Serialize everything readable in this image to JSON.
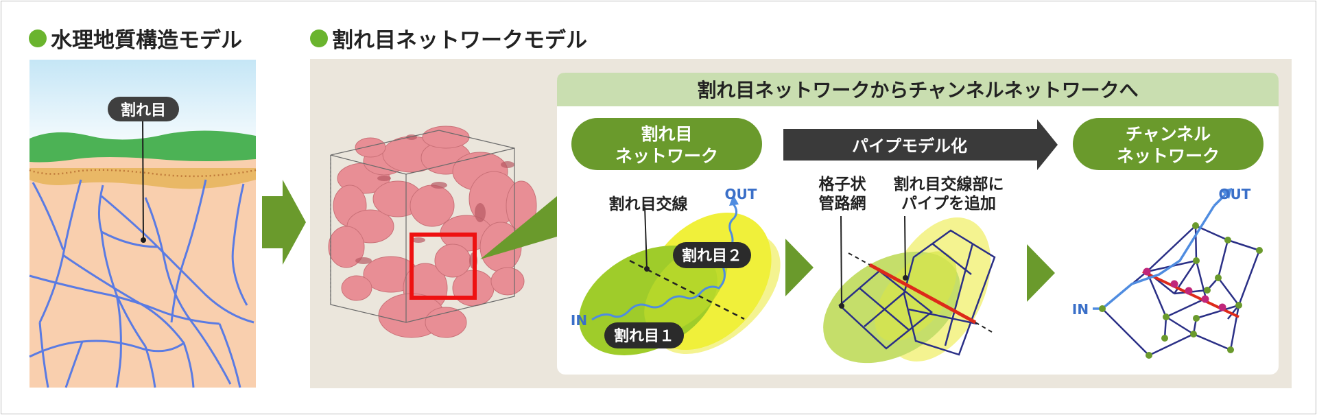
{
  "headings": {
    "left": "水理地質構造モデル",
    "right": "割れ目ネットワークモデル"
  },
  "left_panel": {
    "label": "割れ目"
  },
  "banner": "割れ目ネットワークからチャンネルネットワークへ",
  "pill_fracture": {
    "line1": "割れ目",
    "line2": "ネットワーク"
  },
  "pipe_arrow": "パイプモデル化",
  "pill_channel": {
    "line1": "チャンネル",
    "line2": "ネットワーク"
  },
  "fracture_diagram": {
    "intersection_label": "割れ目交線",
    "fracture1": "割れ目１",
    "fracture2": "割れ目２",
    "in": "IN",
    "out": "OUT"
  },
  "pipe_diagram": {
    "grid_line1": "格子状",
    "grid_line2": "管路網",
    "pipe_line1": "割れ目交線部に",
    "pipe_line2": "パイプを追加"
  },
  "channel_diagram": {
    "in": "IN",
    "out": "OUT"
  },
  "colors": {
    "green_accent": "#6a9a2c",
    "fracture_line": "#4f74e0",
    "network_line": "#2a2f86",
    "pipe_red": "#dd2a1a",
    "dark_arrow": "#3a3a3a"
  }
}
